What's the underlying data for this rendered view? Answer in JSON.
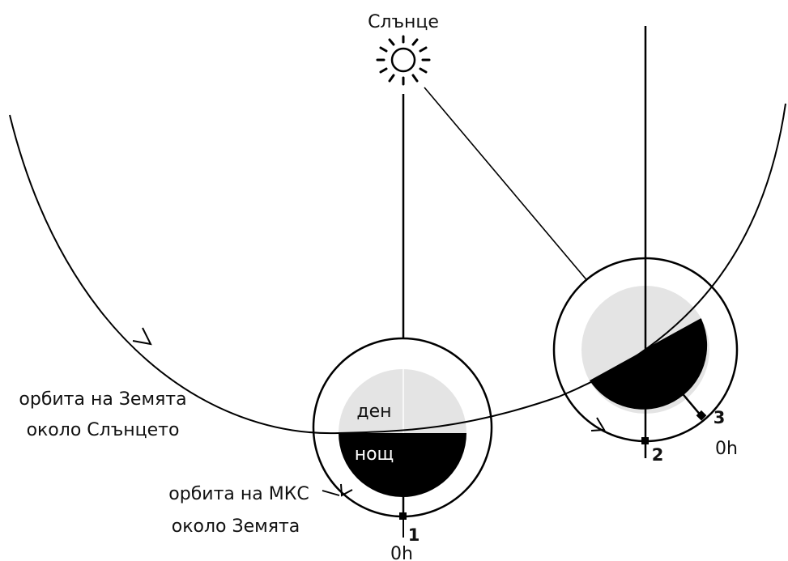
{
  "labels": {
    "sun": "Слънце",
    "earth_orbit_line1": "орбита на Земята",
    "earth_orbit_line2": "около Слънцето",
    "iss_orbit_line1": "орбита на МКС",
    "iss_orbit_line2": "около Земята",
    "day": "ден",
    "night": "нощ"
  },
  "markers": {
    "p1": {
      "number": "1",
      "time": "0h"
    },
    "p2": {
      "number": "2"
    },
    "p3": {
      "number": "3",
      "time": "0h"
    }
  },
  "colors": {
    "day": "#e4e4e4",
    "night": "#000000",
    "line": "#000000"
  }
}
